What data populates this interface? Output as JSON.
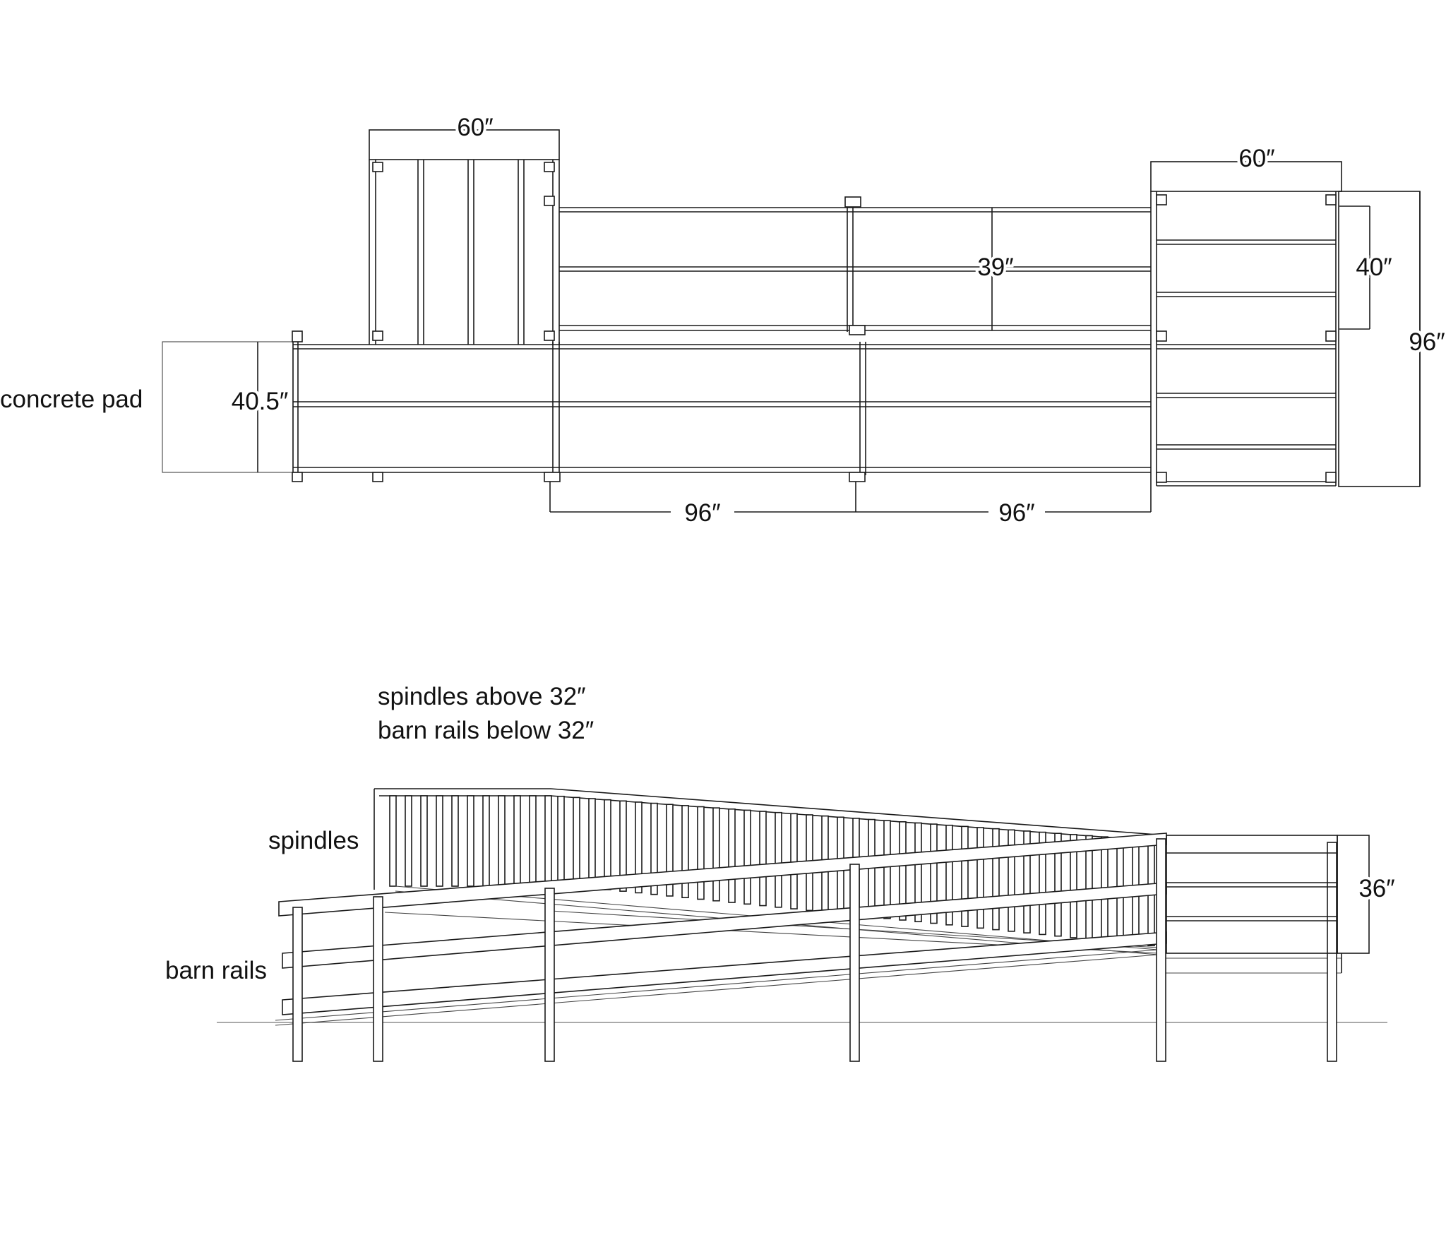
{
  "plan_view": {
    "left_landing_width": "60″",
    "right_landing_width": "60″",
    "upper_ramp_rise": "39″",
    "right_landing_inner_depth": "40″",
    "right_landing_total_depth": "96″",
    "concrete_pad_label": "concrete pad",
    "lower_ramp_width": "40.5″",
    "span_1": "96″",
    "span_2": "96″"
  },
  "elevation_view": {
    "note_line_1": "spindles above 32″",
    "note_line_2": "barn rails below 32″",
    "spindles_label": "spindles",
    "barn_rails_label": "barn rails",
    "landing_height": "36″"
  }
}
